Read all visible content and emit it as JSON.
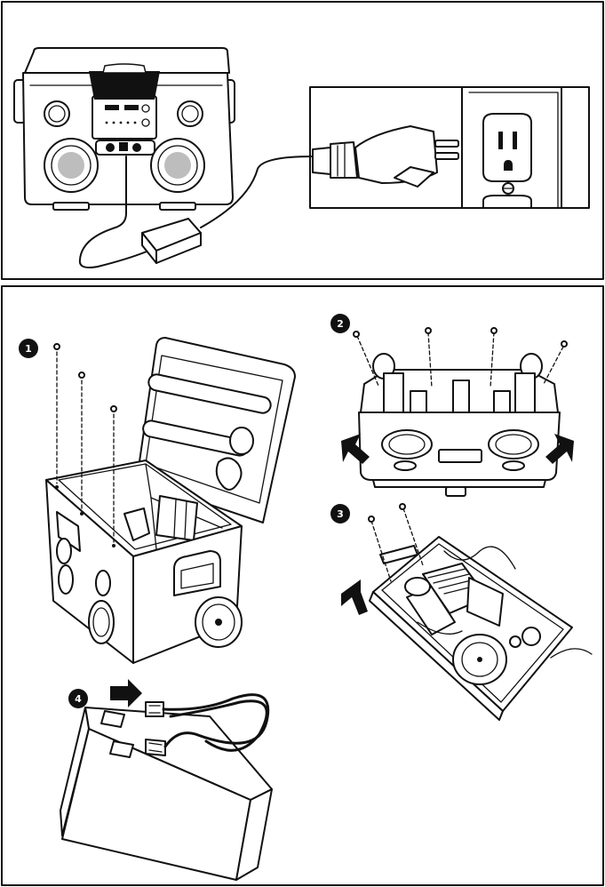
{
  "panels": [
    {
      "id": "charging-panel",
      "steps": []
    },
    {
      "id": "battery-replacement-panel",
      "steps": [
        "1",
        "2",
        "3",
        "4"
      ]
    }
  ],
  "colors": {
    "line": "#111111",
    "fill": "#ffffff",
    "badge": "#111111"
  }
}
